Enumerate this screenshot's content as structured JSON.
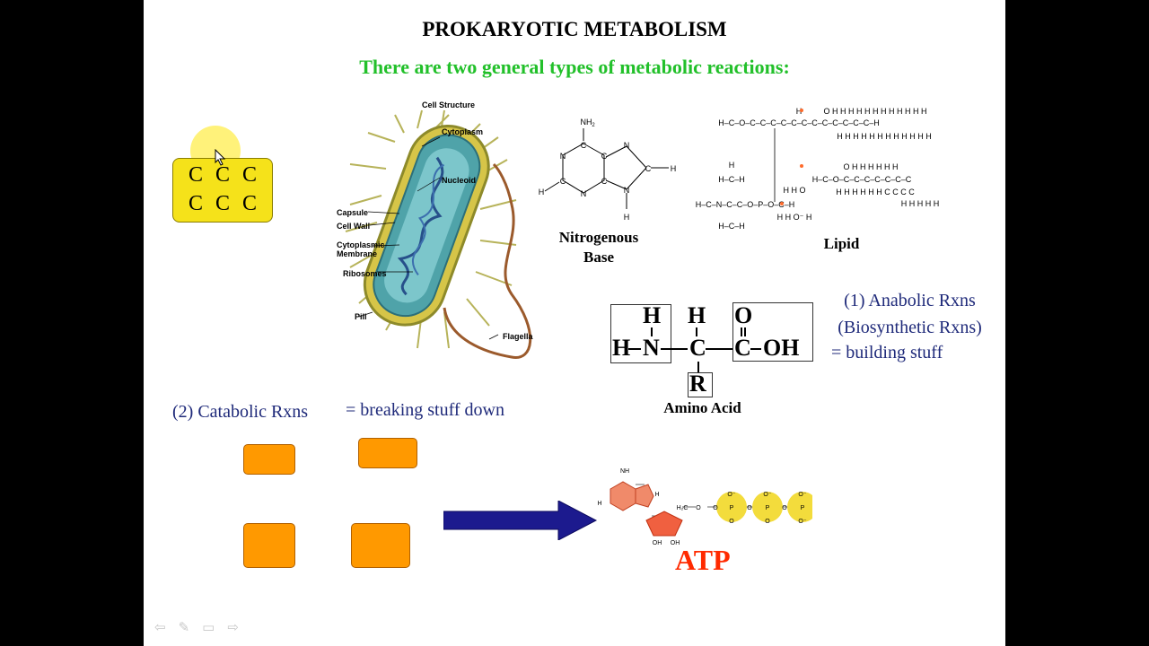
{
  "slide": {
    "title": "PROKARYOTIC METABOLISM",
    "subtitle": "There are two general types of metabolic reactions:"
  },
  "carbon_box": {
    "letters": [
      "C",
      "C",
      "C",
      "C",
      "C",
      "C"
    ]
  },
  "cell_diagram": {
    "heading": "Cell Structure",
    "labels": [
      "Cytoplasm",
      "Nucleoid",
      "Capsule",
      "Cell Wall",
      "Cytoplasmic Membrane",
      "Ribosomes",
      "Pili",
      "Flagella"
    ]
  },
  "nitrogenous_base": {
    "caption_line1": "Nitrogenous",
    "caption_line2": "Base"
  },
  "lipid": {
    "caption": "Lipid"
  },
  "amino_acid": {
    "caption": "Amino Acid",
    "atoms": {
      "h": "H",
      "n": "N",
      "c": "C",
      "o": "O",
      "oh": "OH",
      "r": "R"
    }
  },
  "anabolic": {
    "line1": "(1) Anabolic Rxns",
    "line2": "(Biosynthetic Rxns)",
    "definition": "= building stuff"
  },
  "catabolic": {
    "label": "(2) Catabolic Rxns",
    "definition": "= breaking stuff down"
  },
  "atp": {
    "label": "ATP"
  },
  "nav_icons": [
    "back-arrow-icon",
    "pen-icon",
    "menu-icon",
    "forward-arrow-icon"
  ],
  "colors": {
    "title": "#000000",
    "subtitle": "#22c02a",
    "navy_text": "#1f2a7a",
    "carbon_box": "#f5e21a",
    "pointer_highlight": "#fff27a",
    "orange_boxes": "#ff9900",
    "arrow": "#1c1a8e",
    "atp_text": "#ff2a00"
  }
}
